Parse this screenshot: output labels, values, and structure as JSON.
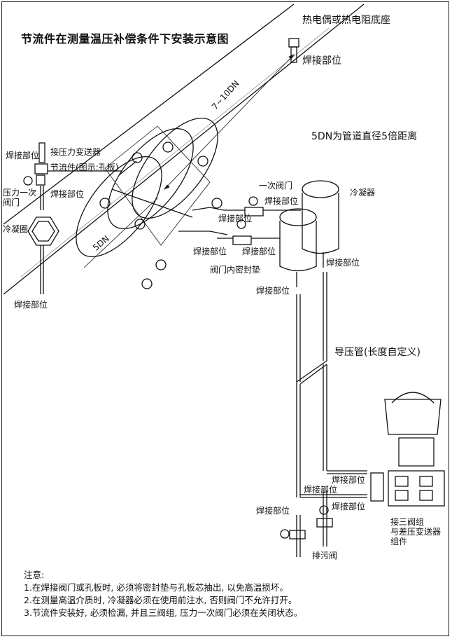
{
  "title": "节流件在测量温压补偿条件下安装示意图",
  "labels": {
    "thermo_seat": "热电偶或热电阻底座",
    "weld_top": "焊接部位",
    "dist_7_10dn": "7~10DN",
    "dist_5dn_desc": "5DN为管道直径5倍距离",
    "dist_5dn": "5DN",
    "weld_left_top": "焊接部位",
    "pressure_transmitter": "接压力变送器",
    "throttle_element": "节流件(图示:孔板)",
    "pressure_valve": "压力一次\n阀门",
    "weld_left_mid": "焊接部位",
    "cooling_coil": "冷凝圈",
    "weld_left_bottom": "焊接部位",
    "primary_valve": "一次阀门",
    "condenser": "冷凝器",
    "weld_valve_1": "焊接部位",
    "weld_valve_2": "焊接部位",
    "weld_valve_3": "焊接部位",
    "weld_valve_4": "焊接部位",
    "valve_seal": "阀门内密封垫",
    "weld_cond_right": "焊接部位",
    "weld_cond_left": "焊接部位",
    "impulse_tube": "导压管(长度自定义)",
    "weld_manifold_1": "焊接部位",
    "weld_manifold_2": "焊接部位",
    "weld_manifold_3": "焊接部位",
    "manifold_desc": "接三阀组\n与差压变送器\n组件",
    "drain_valve": "排污阀",
    "weld_drain": "焊接部位"
  },
  "notes": {
    "heading": "注意:",
    "items": [
      "1.在焊接阀门或孔板时, 必须将密封垫与孔板芯抽出, 以免高温损坏。",
      "2.在测量高温介质时, 冷凝器必须在使用前注水, 否则阀门不允许打开。",
      "3.节流件安装好, 必须检漏, 并且三阀组, 压力一次阀门必须在关闭状态。"
    ]
  }
}
